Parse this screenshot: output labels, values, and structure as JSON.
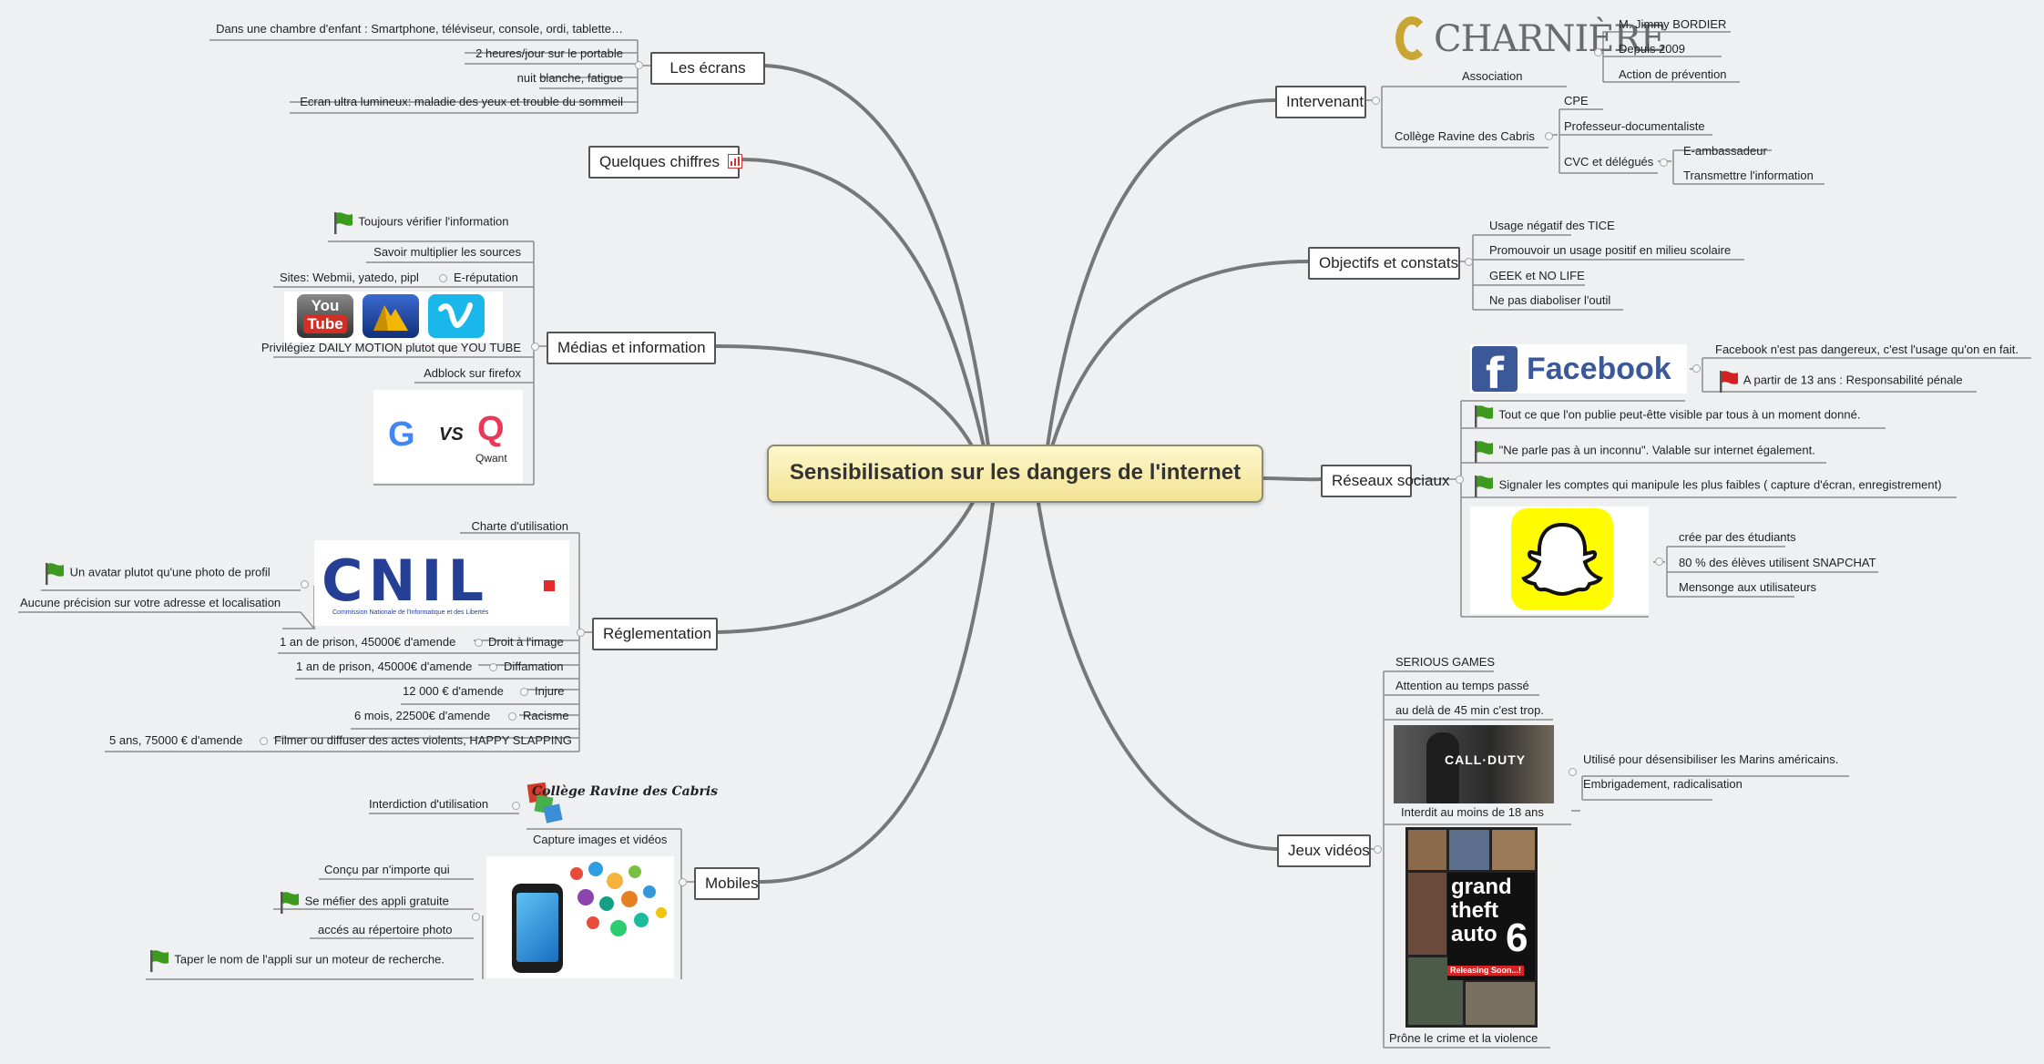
{
  "central": "Sensibilisation sur les dangers de l'internet",
  "left": {
    "ecrans": {
      "title": "Les écrans",
      "items": [
        "Dans une chambre d'enfant : Smartphone, téléviseur, console, ordi, tablette…",
        "2 heures/jour sur le portable",
        "nuit blanche, fatigue",
        "Ecran ultra lumineux: maladie des yeux et trouble du sommeil"
      ]
    },
    "chiffres": {
      "title": "Quelques chiffres"
    },
    "medias": {
      "title": "Médias et information",
      "items": {
        "verifier": "Toujours vérifier l'information",
        "sources": "Savoir multiplier les sources",
        "ereputation": "E-réputation",
        "sites": "Sites: Webmii, yatedo, pipl",
        "daily": "Privilégiez DAILY MOTION plutot que YOU TUBE",
        "adblock": "Adblock sur firefox",
        "youtube_you": "You",
        "youtube_tube": "Tube",
        "google_g": "G",
        "vs": "VS",
        "qwant_q": "Q",
        "qwant": "Qwant"
      }
    },
    "reglementation": {
      "title": "Réglementation",
      "charte": "Charte d'utilisation",
      "cnil": "CNIL",
      "cnil_sub": "Commission Nationale de l'Informatique et des Libertés",
      "avatar": "Un avatar plutot qu'une photo de profil",
      "adresse": "Aucune précision sur votre adresse et localisation",
      "rows": [
        {
          "label": "Droit à l'image",
          "detail": "1 an de prison, 45000€ d'amende"
        },
        {
          "label": "Diffamation",
          "detail": "1 an de prison, 45000€ d'amende"
        },
        {
          "label": "Injure",
          "detail": "12 000 € d'amende"
        },
        {
          "label": "Racisme",
          "detail": "6 mois, 22500€ d'amende"
        },
        {
          "label": "Filmer ou diffuser des actes violents, HAPPY SLAPPING",
          "detail": "5 ans, 75000 € d'amende"
        }
      ]
    },
    "mobiles": {
      "title": "Mobiles",
      "logo_text": "Collège Ravine des Cabris",
      "interdiction": "Interdiction d'utilisation",
      "capture": "Capture images et vidéos",
      "items": [
        "Conçu par n'importe qui",
        "Se méfier des appli gratuite",
        "accés au répertoire photo",
        "Taper le nom de l'appli sur un moteur de recherche."
      ]
    }
  },
  "right": {
    "intervenant": {
      "title": "Intervenant",
      "logo": "CHARNIÈRE",
      "association": "Association",
      "asso_items": [
        "M. Jimmy BORDIER",
        "Depuis 2009",
        "Action de prévention"
      ],
      "college": "Collège Ravine des Cabris",
      "college_items": [
        "CPE",
        "Professeur-documentaliste",
        "CVC et délégués"
      ],
      "cvc_items": [
        "E-ambassadeur",
        "Transmettre l'information"
      ]
    },
    "objectifs": {
      "title": "Objectifs et constats",
      "items": [
        "Usage négatif des TICE",
        "Promouvoir un usage positif en milieu scolaire",
        "GEEK et NO LIFE",
        "Ne pas diaboliser l'outil"
      ]
    },
    "reseaux": {
      "title": "Réseaux sociaux",
      "facebook": "Facebook",
      "fb_items": [
        "Facebook n'est pas dangereux, c'est l'usage qu'on en fait.",
        "A partir de 13 ans : Responsabilité pénale"
      ],
      "items": [
        "Tout ce que l'on publie peut-êtte visible par tous à un moment donné.",
        "\"Ne parle pas à un inconnu\". Valable sur internet également.",
        "Signaler les comptes qui manipule les plus faibles ( capture d'écran, enregistrement)"
      ],
      "snap_items": [
        "crée par des étudiants",
        "80 % des élèves utilisent SNAPCHAT",
        "Mensonge aux utilisateurs"
      ]
    },
    "jeux": {
      "title": "Jeux vidéos",
      "items": [
        "SERIOUS GAMES",
        "Attention au temps passé",
        "au delà de 45 min c'est trop."
      ],
      "cod": "CALL·DUTY",
      "cod_label": "Interdit au moins de 18 ans",
      "cod_items": [
        "Utilisé pour désensibiliser les Marins américains.",
        "Embrigadement, radicalisation"
      ],
      "gta_lines": [
        "grand",
        "theft",
        "auto"
      ],
      "gta_num": "6",
      "gta_soon": "Releasing Soon...!",
      "gta_label": "Prône le crime et la violence"
    }
  },
  "colors": {
    "branch": "#7a7a7a",
    "line": "#8b8b8b",
    "flag_green": "#3d9a1e",
    "flag_red": "#d42020",
    "facebook": "#3b5998",
    "snapchat": "#fffc00",
    "cnil": "#243f94",
    "vimeo": "#1ab7ea",
    "youtube": "#d12e26"
  }
}
